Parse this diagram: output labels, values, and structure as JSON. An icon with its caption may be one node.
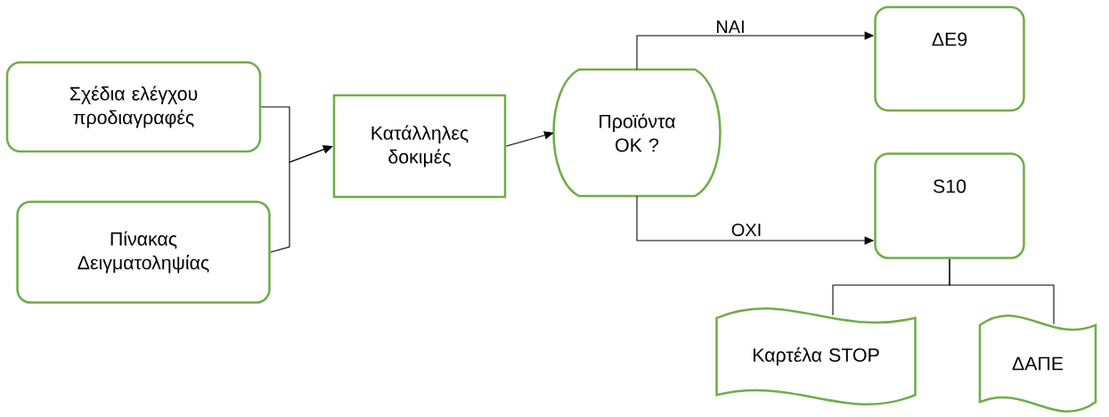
{
  "diagram": {
    "nodes": [
      {
        "text": [
          "Σχέδια ελέγχου προδιαγραφές"
        ]
      },
      {
        "text": [
          "Πίνακας Δειγματοληψίας"
        ]
      },
      {
        "text": [
          "Κατάλληλες δοκιμές"
        ]
      },
      {
        "text": [
          "Προϊόντα OK ?"
        ]
      },
      {
        "text": [
          "ΔΕ9"
        ]
      },
      {
        "text": [
          "S10"
        ]
      },
      {
        "text": [
          "Καρτέλα STOP"
        ]
      },
      {
        "text": [
          "ΔΑΠΕ"
        ]
      }
    ],
    "edges": [
      {
        "from": 0,
        "to": 2,
        "arrow": "to"
      },
      {
        "from": 1,
        "to": 2,
        "arrow": "to"
      },
      {
        "from": 2,
        "to": 3,
        "arrow": "to"
      },
      {
        "from": 3,
        "to": 4,
        "arrow": "to",
        "label": "ΝΑΙ"
      },
      {
        "from": 3,
        "to": 5,
        "arrow": "to",
        "label": "ΟΧΙ"
      },
      {
        "from": 5,
        "to": 6,
        "arrow": "none"
      },
      {
        "from": 5,
        "to": 7,
        "arrow": "none"
      }
    ]
  }
}
